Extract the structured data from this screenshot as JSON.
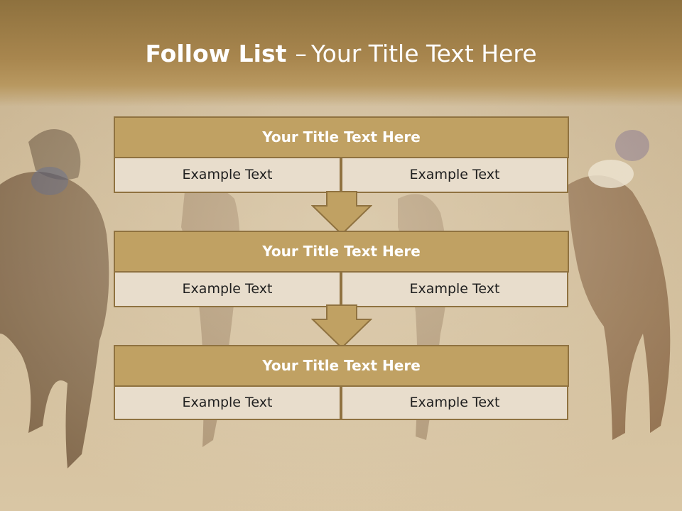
{
  "title": {
    "bold": "Follow List",
    "separator": "–",
    "rest": "Your Title Text Here"
  },
  "steps": [
    {
      "heading": "Your Title Text Here",
      "left": "Example Text",
      "right": "Example Text"
    },
    {
      "heading": "Your Title Text Here",
      "left": "Example Text",
      "right": "Example Text"
    },
    {
      "heading": "Your Title Text Here",
      "left": "Example Text",
      "right": "Example Text"
    }
  ],
  "colors": {
    "header": "#a8864e",
    "box_title": "#c0a163",
    "box_border": "#8f7240",
    "cell": "#e8ddcc",
    "arrow": "#c0a163"
  },
  "background_image": "horse-race-photo"
}
